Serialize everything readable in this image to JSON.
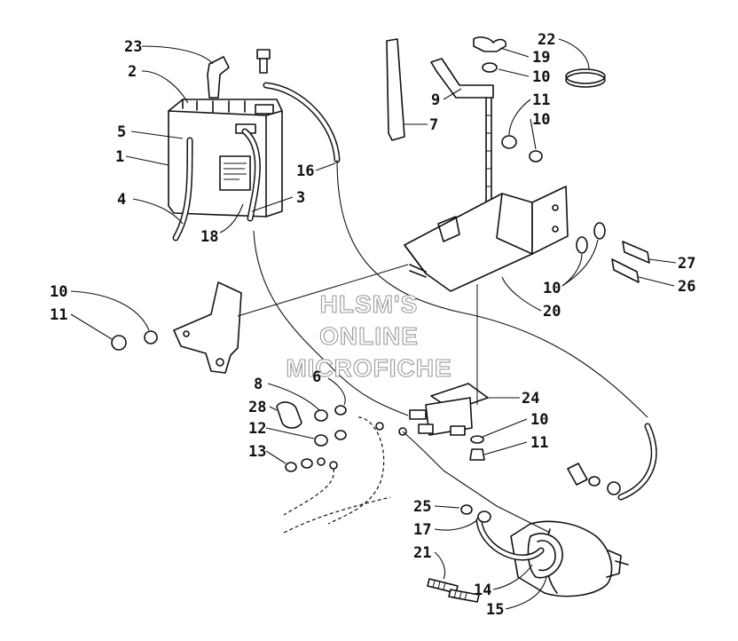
{
  "watermark": {
    "line1": "HLSM'S",
    "line2": "ONLINE",
    "line3": "MICROFICHE"
  },
  "callouts": {
    "c23": "23",
    "c2": "2",
    "c5": "5",
    "c1": "1",
    "c4": "4",
    "c18": "18",
    "c3": "3",
    "c16": "16",
    "c7": "7",
    "c9": "9",
    "c19": "19",
    "c10a": "10",
    "c11a": "11",
    "c10b": "10",
    "c22": "22",
    "c27": "27",
    "c26": "26",
    "c10c": "10",
    "c20": "20",
    "c10d": "10",
    "c11b": "11",
    "c8": "8",
    "c6": "6",
    "c28": "28",
    "c12": "12",
    "c13": "13",
    "c24": "24",
    "c10e": "10",
    "c11c": "11",
    "c25": "25",
    "c17": "17",
    "c21": "21",
    "c14": "14",
    "c15": "15"
  }
}
